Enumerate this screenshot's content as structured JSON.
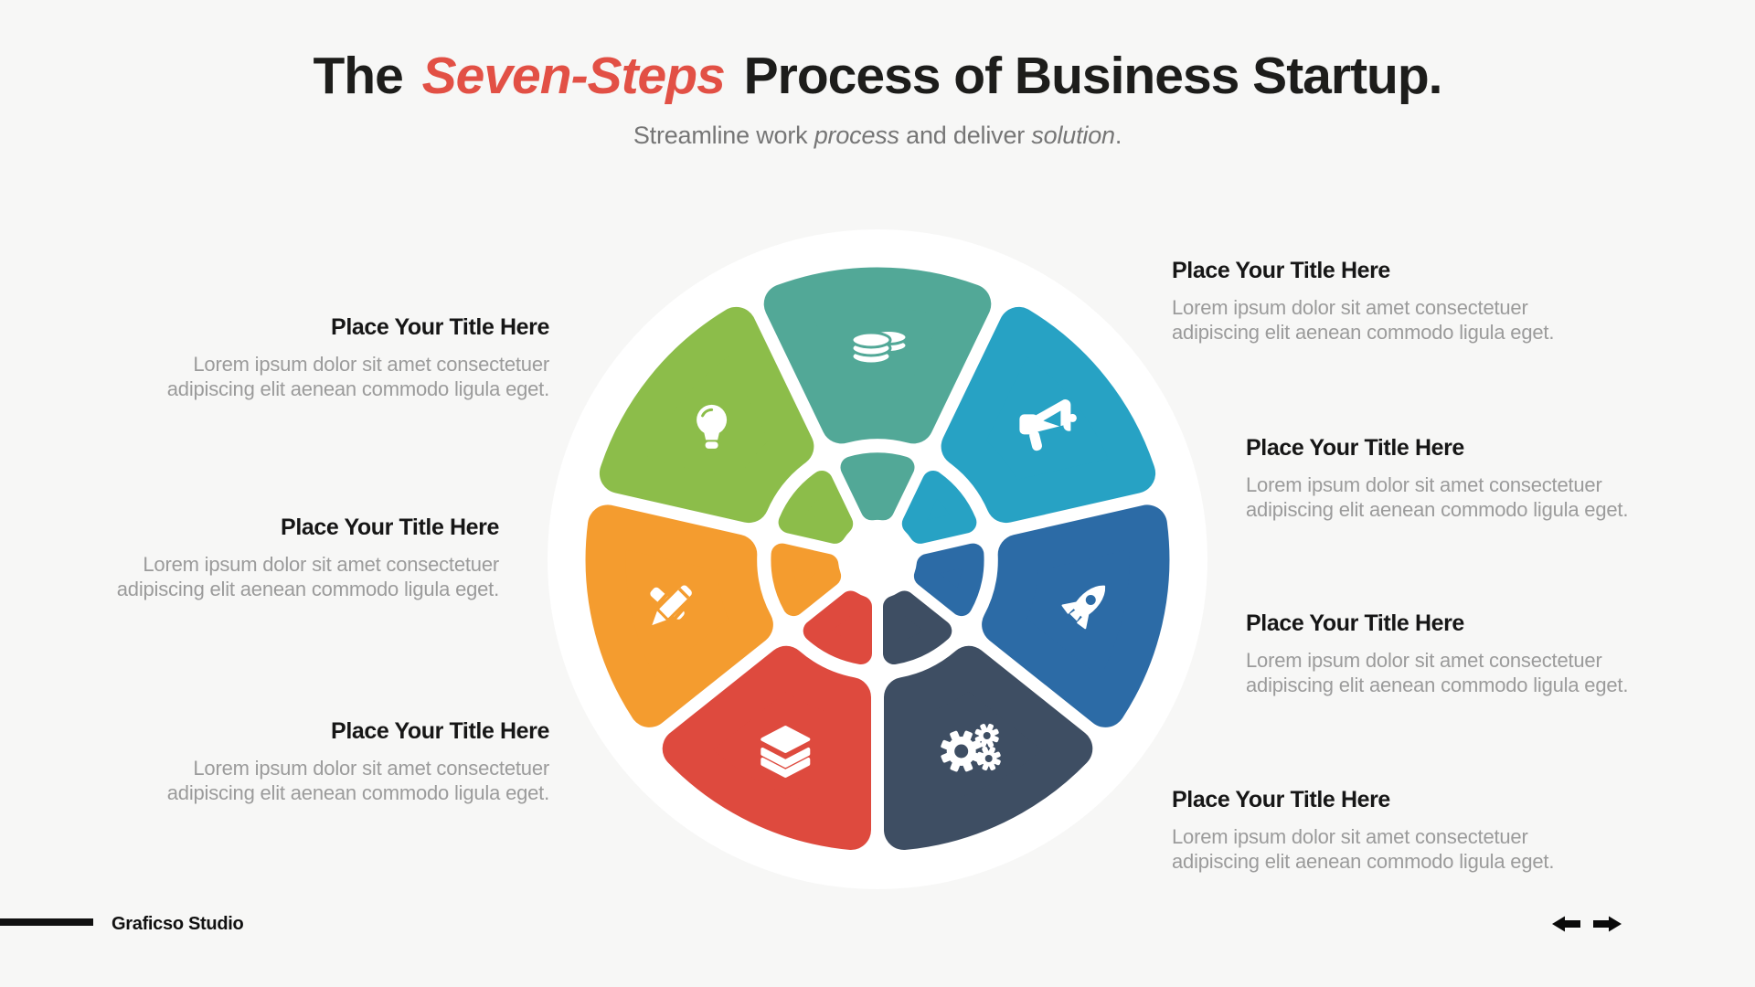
{
  "slide": {
    "title": {
      "pre": "The ",
      "highlight": "Seven-Steps",
      "post": " Process of Business Startup."
    },
    "subtitle": {
      "part1": "Streamline work ",
      "italic1": "process",
      "part2": " and deliver ",
      "italic2": "solution",
      "part3": "."
    }
  },
  "wheel": {
    "segments": [
      {
        "name": "step-finance",
        "icon": "coins-icon",
        "color": "#52a897"
      },
      {
        "name": "step-promotion",
        "icon": "megaphone-icon",
        "color": "#27a2c4"
      },
      {
        "name": "step-launch",
        "icon": "rocket-icon",
        "color": "#2c6ba6"
      },
      {
        "name": "step-operations",
        "icon": "gears-icon",
        "color": "#3e4e63"
      },
      {
        "name": "step-structure",
        "icon": "layers-icon",
        "color": "#de4a3e"
      },
      {
        "name": "step-design",
        "icon": "pencil-cross-icon",
        "color": "#f49c2f"
      },
      {
        "name": "step-idea",
        "icon": "lightbulb-icon",
        "color": "#8cbd4a"
      }
    ]
  },
  "blocks": {
    "left": [
      {
        "title": "Place Your Title Here",
        "body_lines": [
          "Lorem ipsum dolor sit amet consectetuer",
          "adipiscing elit aenean commodo ligula eget."
        ]
      },
      {
        "title": "Place Your Title Here",
        "body_lines": [
          "Lorem ipsum dolor sit amet consectetuer",
          "adipiscing elit aenean commodo ligula eget."
        ]
      },
      {
        "title": "Place Your Title Here",
        "body_lines": [
          "Lorem ipsum dolor sit amet consectetuer",
          "adipiscing elit aenean commodo ligula eget."
        ]
      }
    ],
    "right": [
      {
        "title": "Place Your Title Here",
        "body_lines": [
          "Lorem ipsum dolor sit amet consectetuer",
          "adipiscing elit aenean commodo ligula eget."
        ]
      },
      {
        "title": "Place Your Title Here",
        "body_lines": [
          "Lorem ipsum dolor sit amet consectetuer",
          "adipiscing elit aenean commodo ligula eget."
        ]
      },
      {
        "title": "Place Your Title Here",
        "body_lines": [
          "Lorem ipsum dolor sit amet consectetuer",
          "adipiscing elit aenean commodo ligula eget."
        ]
      },
      {
        "title": "Place Your Title Here",
        "body_lines": [
          "Lorem ipsum dolor sit amet consectetuer",
          "adipiscing elit aenean commodo ligula eget."
        ]
      }
    ]
  },
  "footer": {
    "brand": "Graficso Studio",
    "prev_icon": "left-arrow-icon",
    "next_icon": "right-arrow-icon"
  },
  "colors": {
    "background": "#f7f7f6",
    "accent_red": "#e25045",
    "title_text": "#1d1d1b",
    "subtitle_text": "#767676",
    "body_text": "#9b9b9b"
  }
}
